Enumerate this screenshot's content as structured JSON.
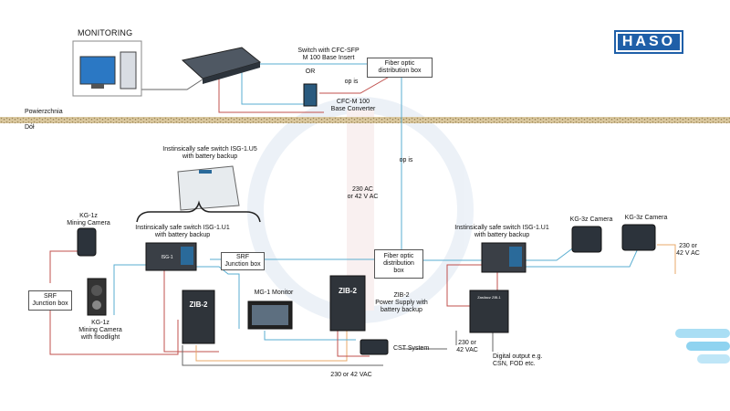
{
  "title": "MONITORING",
  "logo_text": "HASO",
  "colors": {
    "fiber_line": "#5aaed1",
    "red_line": "#c0504d",
    "orange_line": "#e8a86a",
    "gray_line": "#666666",
    "ground_band": "#c8b48a",
    "logo": "#1f5fa8",
    "accent_bars": "#8fd3f0"
  },
  "labels": {
    "switch": "Switch with CFC-SFP\nM 100 Base Insert",
    "or": "OR",
    "op_is_top": "op is",
    "converter": "CFC-M 100\nBase Converter",
    "fiber_box_top": "Fiber optic\ndistribution box",
    "surface": "Powierzchnia",
    "underground": "Dół",
    "op_is_mid": "op is",
    "isg_u5": "Instinsically safe switch ISG-1.U5\nwith battery backup",
    "kg1z_top": "KG-1z\nMining Camera",
    "isg_u1_left": "Instinsically safe switch ISG-1.U1\nwith battery backup",
    "power_230_mid": "230 AC\nor 42 V AC",
    "srf_mid": "SRF\nJunction box",
    "srf_left": "SRF\nJunction box",
    "fiber_box_mid": "Fiber optic\ndistribution\nbox",
    "isg_u1_right": "Instinsically safe switch ISG-1.U1\nwith battery backup",
    "kg3z_1": "KG-3z Camera",
    "kg3z_2": "KG-3z Camera",
    "power_right": "230 or\n42 V AC",
    "mg1": "MG-1 Monitor",
    "zib2_psu": "ZIB-2\nPower Supply with\nbattery backup",
    "kg1z_flood": "KG-1z\nMining Camera\nwith floodlight",
    "cst": "CST System",
    "power_bottom": "230 or 42 VAC",
    "power_right_low": "230 or\n42 VAC",
    "digital_out": "Digital output e.g.\nCSN, FOD etc.",
    "device_zib_left": "ZIB-2",
    "device_zib_mid": "ZIB-2",
    "device_isg1": "ISG-1",
    "device_zib1_small": "Zasilacz ZIB-1"
  },
  "icons": [
    "computer-icon",
    "network-switch-icon",
    "media-converter-icon",
    "mining-camera-icon",
    "floodlight-camera-icon",
    "monitor-icon",
    "power-supply-icon",
    "dome-camera-icon",
    "cst-device-icon"
  ]
}
